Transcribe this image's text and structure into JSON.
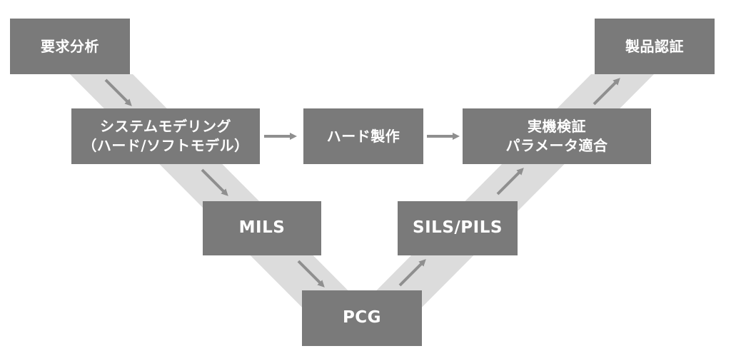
{
  "nodes": {
    "requirements": {
      "label": "要求分析"
    },
    "modeling": {
      "line1": "システムモデリング",
      "line2": "（ハード/ソフトモデル）"
    },
    "mils": {
      "label": "MILS"
    },
    "pcg": {
      "label": "PCG"
    },
    "sils_pils": {
      "label": "SILS/PILS"
    },
    "hardware": {
      "label": "ハード製作"
    },
    "real_machine": {
      "line1": "実機検証",
      "line2": "パラメータ適合"
    },
    "certification": {
      "label": "製品認証"
    }
  },
  "colors": {
    "box": "#7a7a7a",
    "band": "#dcdcdc",
    "arrow": "#8f8f8f",
    "text": "#ffffff"
  }
}
